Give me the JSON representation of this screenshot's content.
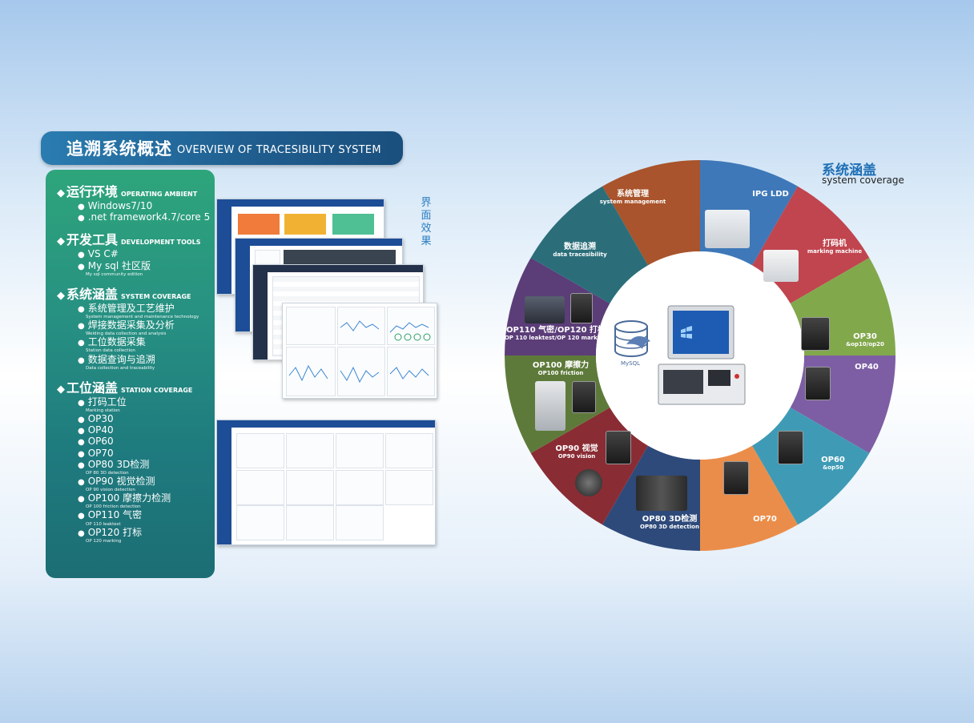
{
  "title": {
    "cn": "追溯系统概述",
    "en": "OVERVIEW OF TRACESIBILITY SYSTEM"
  },
  "sections": [
    {
      "cn": "运行环境",
      "en": "OPERATING AMBIENT",
      "items": [
        {
          "text": "Windows7/10",
          "sub": ""
        },
        {
          "text": ".net framework4.7/core 5",
          "sub": ""
        }
      ]
    },
    {
      "cn": "开发工具",
      "en": "DEVELOPMENT TOOLS",
      "items": [
        {
          "text": "VS C#",
          "sub": ""
        },
        {
          "text": "My sql 社区版",
          "sub": "My sql community edition"
        }
      ]
    },
    {
      "cn": "系统涵盖",
      "en": "SYSTEM COVERAGE",
      "items": [
        {
          "text": "系统管理及工艺维护",
          "sub": "System management and maintenance technology"
        },
        {
          "text": "焊接数据采集及分析",
          "sub": "Welding data collection and analysis"
        },
        {
          "text": "工位数据采集",
          "sub": "Station data collection"
        },
        {
          "text": "数据查询与追溯",
          "sub": "Data collection and traceability"
        }
      ]
    },
    {
      "cn": "工位涵盖",
      "en": "STATION COVERAGE",
      "items": [
        {
          "text": "打码工位",
          "sub": "Marking station"
        },
        {
          "text": "OP30",
          "sub": ""
        },
        {
          "text": "OP40",
          "sub": ""
        },
        {
          "text": "OP60",
          "sub": ""
        },
        {
          "text": "OP70",
          "sub": ""
        },
        {
          "text": "OP80 3D检测",
          "sub": "OP 80 3D detection"
        },
        {
          "text": "OP90 视觉检测",
          "sub": "OP 90 vision detection"
        },
        {
          "text": "OP100 摩擦力检测",
          "sub": "OP 100 friction detection"
        },
        {
          "text": "OP110 气密",
          "sub": "OP 110 leaktest"
        },
        {
          "text": "OP120 打标",
          "sub": "OP 120 marking"
        }
      ]
    }
  ],
  "interface_label": [
    "界",
    "面",
    "效",
    "果"
  ],
  "coverage": {
    "cn": "系统涵盖",
    "en": "system coverage"
  },
  "center": {
    "db_label": "MySQL"
  },
  "segments": [
    {
      "cn": "系统管理",
      "en": "system management",
      "color": "#a9542c"
    },
    {
      "cn": "IPG LDD",
      "en": "",
      "color": "#3e78b8"
    },
    {
      "cn": "打码机",
      "en": "marking machine",
      "color": "#c0454f"
    },
    {
      "cn": "OP30",
      "en": "&op10/op20",
      "color": "#82a84c"
    },
    {
      "cn": "OP40",
      "en": "",
      "color": "#7d5ea4"
    },
    {
      "cn": "OP60",
      "en": "&op50",
      "color": "#3f9bb5"
    },
    {
      "cn": "OP70",
      "en": "",
      "color": "#eb8d4a"
    },
    {
      "cn": "OP80 3D检测",
      "en": "OP80 3D detection",
      "color": "#2e4a7a"
    },
    {
      "cn": "OP90 视觉",
      "en": "OP90 vision",
      "color": "#8a2c34"
    },
    {
      "cn": "OP100 摩擦力",
      "en": "OP100 friction",
      "color": "#5e7a3a"
    },
    {
      "cn": "OP110 气密/OP120 打标",
      "en": "OP 110 leaktest/OP 120  marking",
      "color": "#5b3d78"
    },
    {
      "cn": "数据追溯",
      "en": "data tracesibility",
      "color": "#2b6e7a"
    }
  ]
}
